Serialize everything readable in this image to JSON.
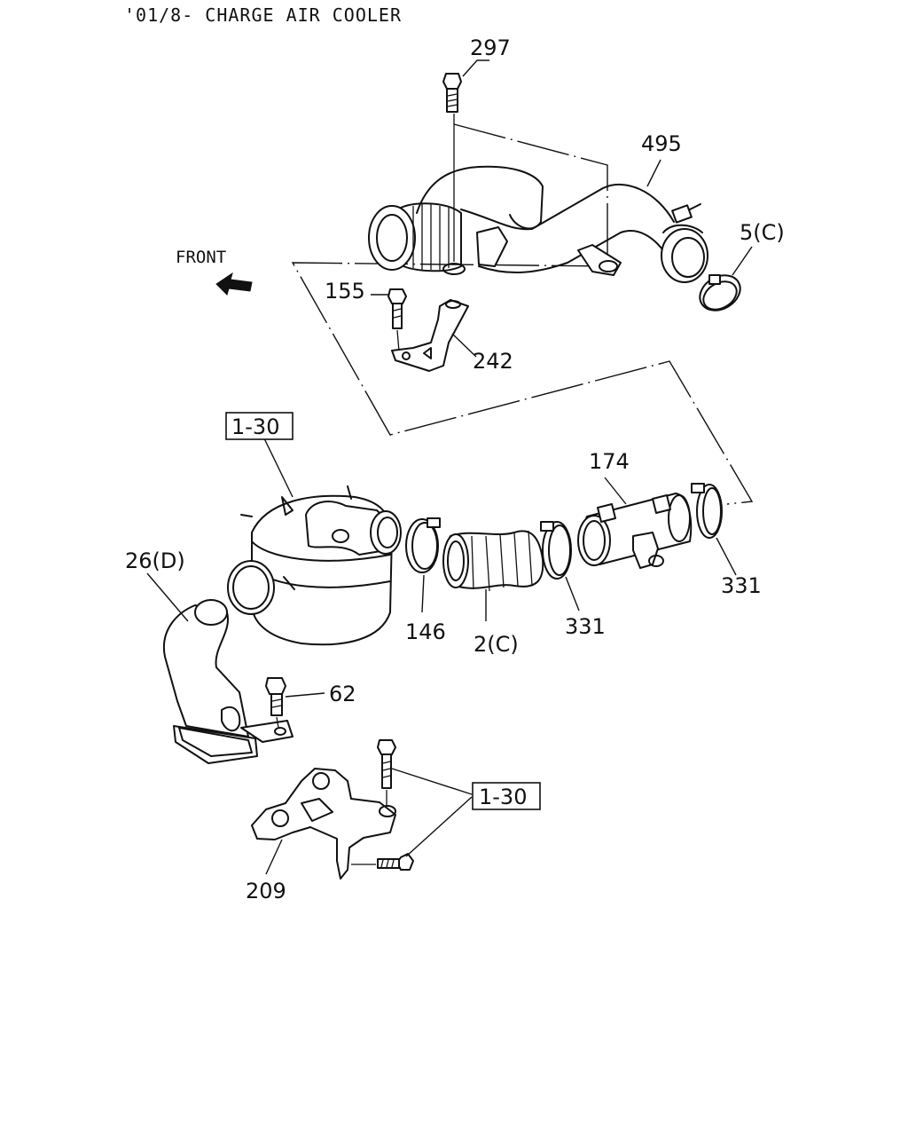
{
  "title": "'01/8- CHARGE AIR COOLER",
  "direction_label": "FRONT",
  "callouts": {
    "p297": "297",
    "p495": "495",
    "p5c": "5(C)",
    "p155": "155",
    "p242": "242",
    "p174": "174",
    "p26d": "26(D)",
    "p146": "146",
    "p2c": "2(C)",
    "p331a": "331",
    "p331b": "331",
    "p62": "62",
    "p209": "209"
  },
  "references": {
    "ref_top": "1-30",
    "ref_bottom": "1-30"
  }
}
